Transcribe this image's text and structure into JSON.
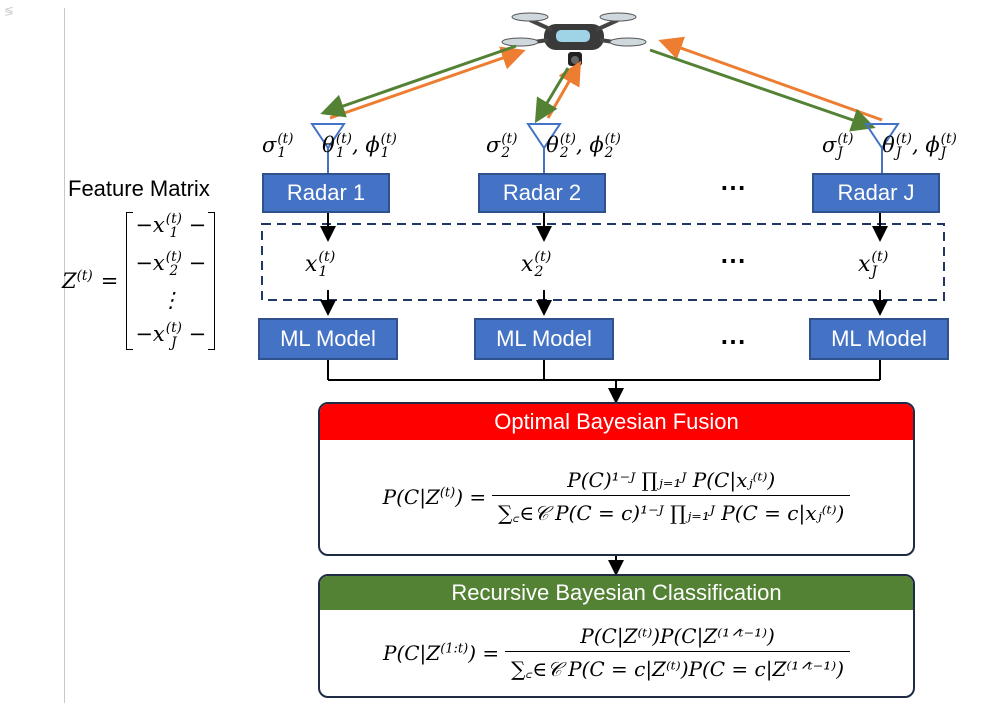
{
  "top_left_mark": "≶",
  "feature_matrix": {
    "title": "Feature Matrix",
    "lhs": "Z",
    "lhs_sup": "(t)",
    "eq": "=",
    "rows": [
      "−x",
      "−x",
      "⋮",
      "−x"
    ],
    "row_subs": [
      "1",
      "2",
      "",
      "J"
    ],
    "row_sups": [
      "(t)",
      "(t)",
      "",
      "(t)"
    ],
    "row_tail": "−"
  },
  "radars": [
    {
      "label": "Radar 1",
      "sigma_sub": "1",
      "theta_sub": "1",
      "phi_sub": "1",
      "x_sub": "1"
    },
    {
      "label": "Radar 2",
      "sigma_sub": "2",
      "theta_sub": "2",
      "phi_sub": "2",
      "x_sub": "2"
    },
    {
      "label": "Radar J",
      "sigma_sub": "J",
      "theta_sub": "J",
      "phi_sub": "J",
      "x_sub": "J"
    }
  ],
  "param_symbols": {
    "sigma": "σ",
    "theta": "θ",
    "phi": "ϕ",
    "x": "x",
    "sup": "(t)",
    "comma": ","
  },
  "ellipsis": "⋯",
  "ml_label": "ML Model",
  "fusion": {
    "title": "Optimal Bayesian Fusion",
    "color": "#ff0000",
    "lhs": "P(C|Z",
    "lhs_sup": "(t)",
    "lhs_close": ") =",
    "numerator": "P(C)¹⁻ᴶ ∏ⱼ₌₁ᴶ P(C|xⱼ⁽ᵗ⁾)",
    "denominator": "∑꜀∈𝒞 P(C = c)¹⁻ᴶ ∏ⱼ₌₁ᴶ P(C = c|xⱼ⁽ᵗ⁾)"
  },
  "recursive": {
    "title": "Recursive Bayesian Classification",
    "color": "#548235",
    "lhs": "P(C|Z",
    "lhs_sup": "(1:t)",
    "lhs_close": ") =",
    "numerator": "P(C|Z⁽ᵗ⁾)P(C|Z⁽¹ᐟᵗ⁻¹⁾)",
    "denominator": "∑꜀∈𝒞 P(C = c|Z⁽ᵗ⁾)P(C = c|Z⁽¹ᐟᵗ⁻¹⁾)"
  },
  "colors": {
    "box": "#4472c4",
    "orange_arrow": "#ed7d31",
    "green_arrow": "#548235",
    "antenna": "#4472c4"
  }
}
